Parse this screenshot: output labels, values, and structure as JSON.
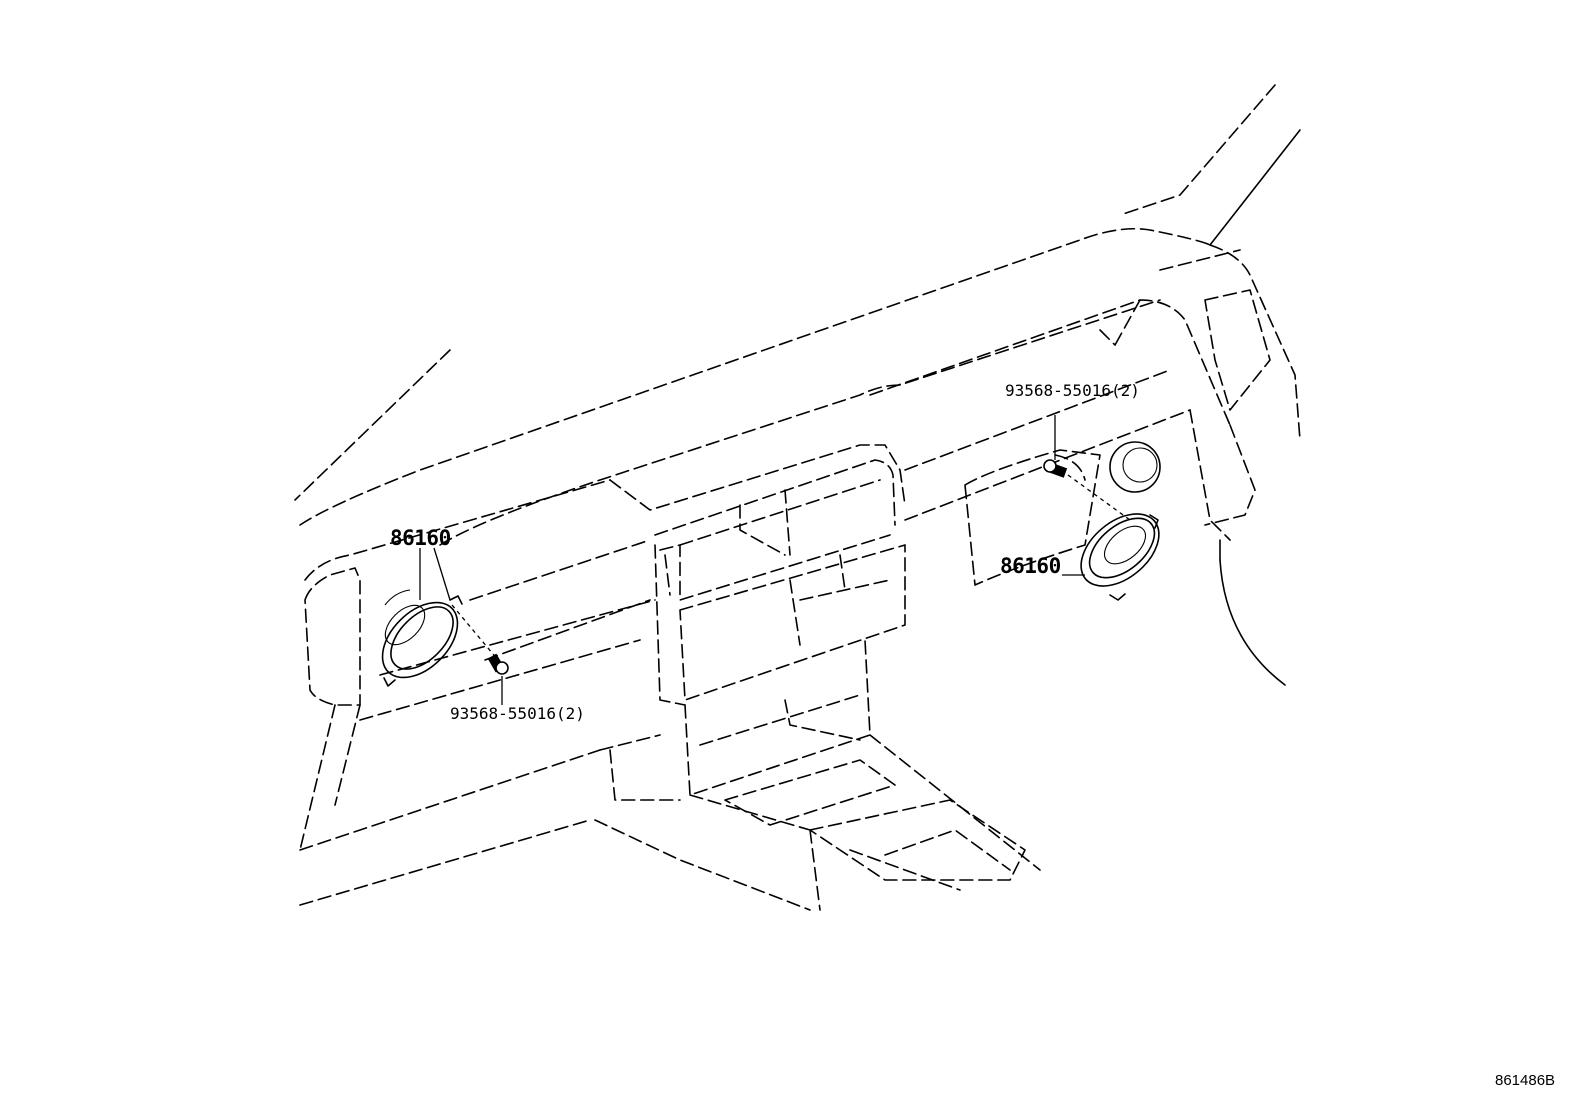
{
  "labels": {
    "speaker_left": "86160",
    "speaker_right": "86160",
    "screw_left": "93568-55016(2)",
    "screw_right": "93568-55016(2)"
  },
  "diagram_code": "861486B"
}
